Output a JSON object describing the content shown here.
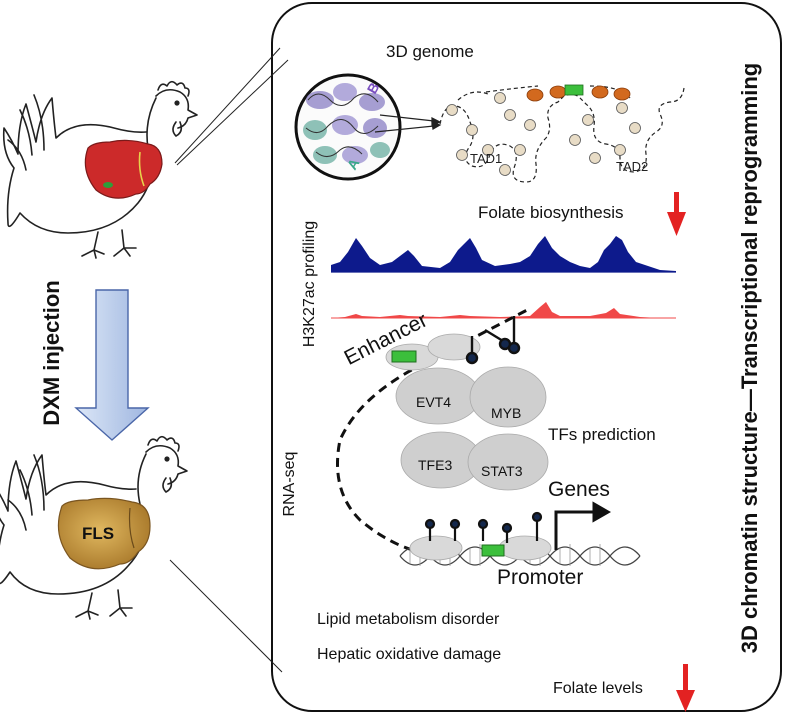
{
  "left_panel": {
    "injection_label": "DXM injection",
    "fls_label": "FLS"
  },
  "right_panel": {
    "side_title": "3D chromatin structure—Transcriptional reprogramming",
    "genome": {
      "title": "3D genome",
      "compartment_a": "A",
      "compartment_b": "B",
      "tad1": "TAD1",
      "tad2": "TAD2"
    },
    "h3k27ac": {
      "label": "H3K27ac profiling",
      "folate_biosynthesis": "Folate biosynthesis"
    },
    "rnaseq": {
      "label": "RNA-seq",
      "enhancer": "Enhancer",
      "tfs_prediction": "TFs prediction",
      "genes": "Genes",
      "promoter": "Promoter",
      "tf_factors": [
        "EVT4",
        "MYB",
        "TFE3",
        "STAT3"
      ]
    },
    "outcomes": {
      "lipid": "Lipid metabolism disorder",
      "hepatic": "Hepatic oxidative damage",
      "folate_levels": "Folate levels"
    }
  },
  "colors": {
    "track_blue": "#0d1a8c",
    "track_red": "#f04848",
    "arrow_red": "#e32222",
    "liver_red": "#cc2a2a",
    "liver_fatty": "#c79a3a",
    "tad_orange": "#d2691e",
    "enhancer_green": "#3cbf3c"
  }
}
